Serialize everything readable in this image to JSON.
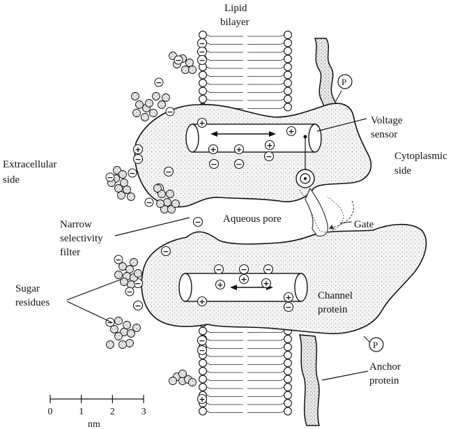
{
  "labels": {
    "lipid_bilayer_1": "Lipid",
    "lipid_bilayer_2": "bilayer",
    "extracellular_1": "Extracellular",
    "extracellular_2": "side",
    "cytoplasmic_1": "Cytoplasmic",
    "cytoplasmic_2": "side",
    "voltage_sensor_1": "Voltage",
    "voltage_sensor_2": "sensor",
    "aqueous_pore": "Aqueous pore",
    "gate": "Gate",
    "narrow_1": "Narrow",
    "narrow_2": "selectivity",
    "narrow_3": "filter",
    "sugar_1": "Sugar",
    "sugar_2": "residues",
    "channel_1": "Channel",
    "channel_2": "protein",
    "anchor_1": "Anchor",
    "anchor_2": "protein",
    "phosphate": "P"
  },
  "scale_bar": {
    "ticks": [
      "0",
      "1",
      "2",
      "3"
    ],
    "unit": "nm"
  },
  "charges": {
    "plus": "+",
    "minus": "−"
  }
}
